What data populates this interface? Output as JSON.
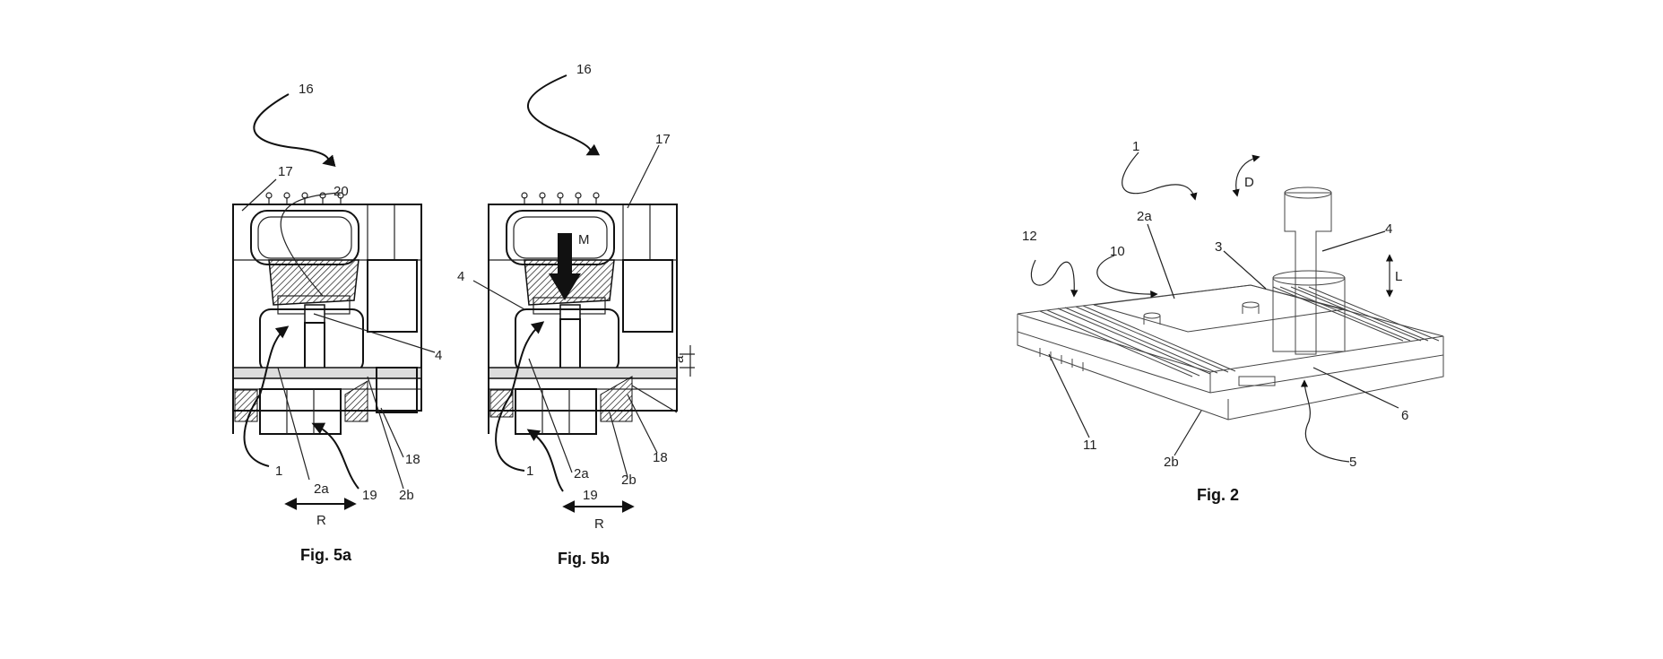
{
  "figures": [
    {
      "caption": "Fig. 5a",
      "labels": [
        "16",
        "17",
        "20",
        "4",
        "1",
        "2a",
        "19",
        "2b",
        "18",
        "R"
      ]
    },
    {
      "caption": "Fig. 5b",
      "labels": [
        "16",
        "17",
        "M",
        "4",
        "a",
        "1",
        "2a",
        "19",
        "2b",
        "18",
        "R"
      ]
    },
    {
      "caption": "Fig. 2",
      "labels": [
        "1",
        "D",
        "2a",
        "12",
        "10",
        "3",
        "4",
        "L",
        "6",
        "11",
        "2b",
        "5"
      ]
    }
  ]
}
